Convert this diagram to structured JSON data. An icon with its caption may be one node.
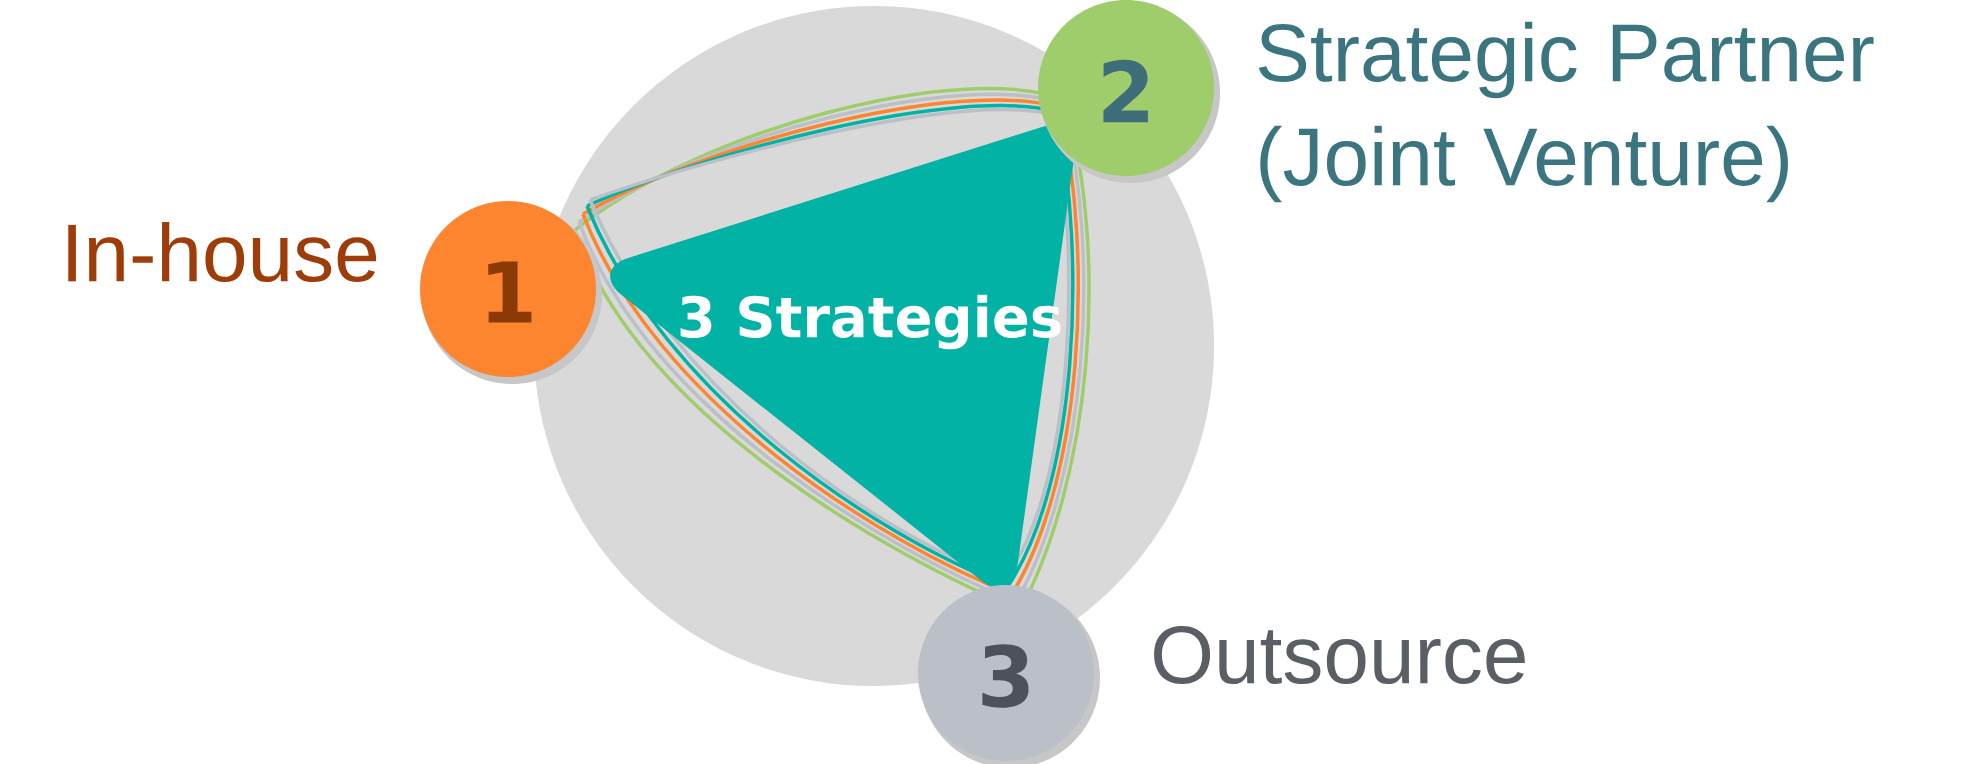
{
  "diagram": {
    "nodes": [
      {
        "text": [
          "3 Strategies"
        ]
      },
      {
        "text": [
          "1"
        ],
        "beside": [
          "In-house"
        ]
      },
      {
        "text": [
          "2"
        ],
        "beside": [
          "Strategic Partner (Joint Venture)"
        ]
      },
      {
        "text": [
          "3"
        ],
        "beside": [
          "Outsource"
        ]
      }
    ]
  }
}
